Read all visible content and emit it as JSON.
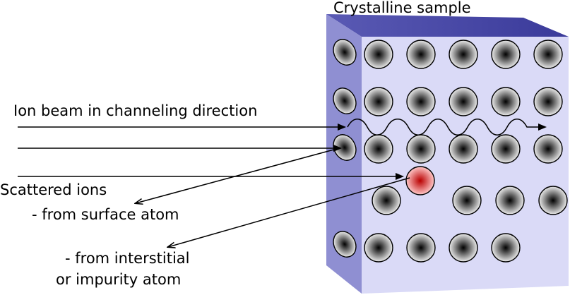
{
  "labels": {
    "sample": "Crystalline sample",
    "beam": "Ion beam in channeling direction",
    "scattered": "Scattered ions",
    "from_surface": "- from surface atom",
    "from_interstitial_1": "- from interstitial",
    "from_interstitial_2": "or impurity atom"
  },
  "lattice": {
    "rows": [
      {
        "columns": 5
      },
      {
        "columns": 5
      },
      {
        "columns": 5
      },
      {
        "columns": 4,
        "offset": true
      },
      {
        "columns": 4
      }
    ],
    "side_atoms": 4,
    "impurity_atoms": 1
  },
  "colors": {
    "front_face": "#dadaf7",
    "side_face": "#8f8fd2",
    "top_face": "#4a4aa4",
    "atom_core": "#000000",
    "atom_edge": "#ececec",
    "impurity_core": "#b90000",
    "impurity_edge": "#ffc8c8"
  }
}
